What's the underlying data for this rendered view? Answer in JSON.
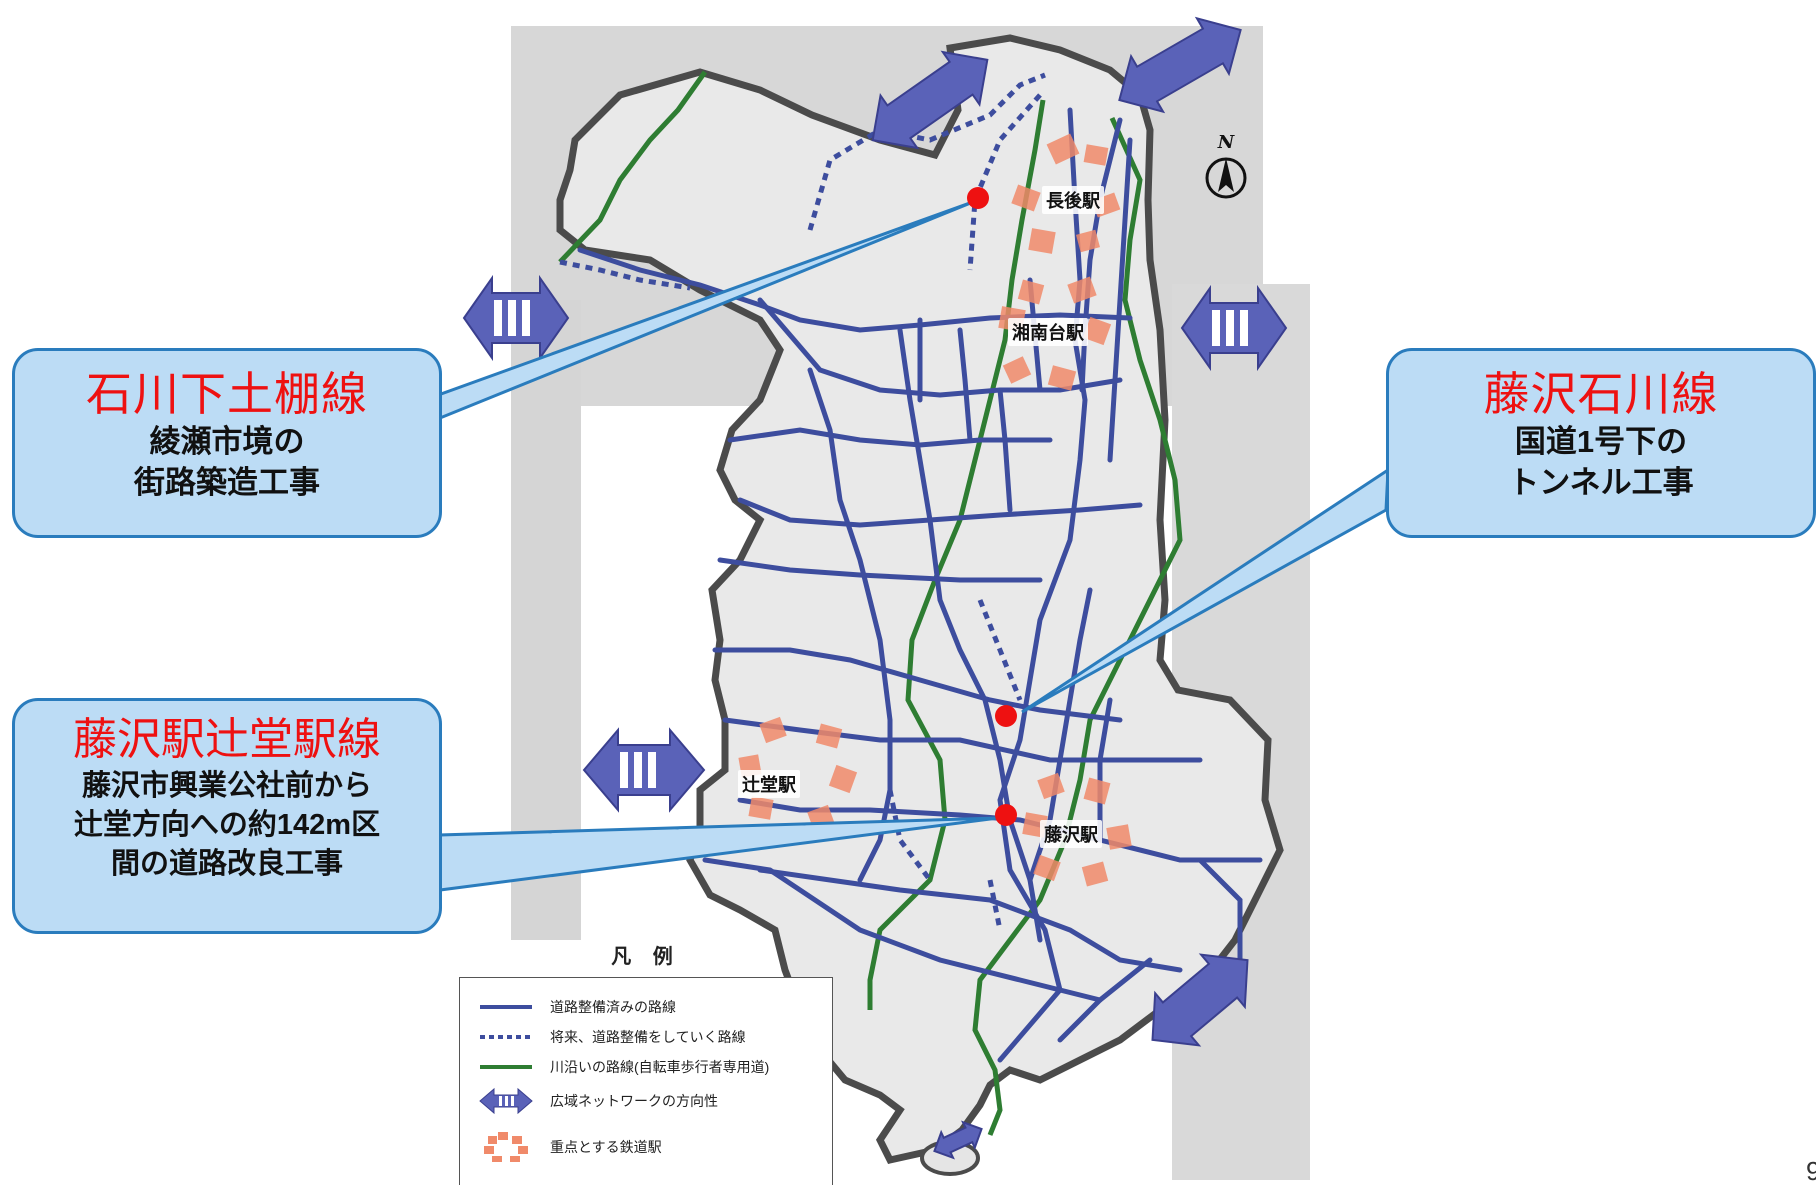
{
  "map": {
    "north_label": "N",
    "station_labels": {
      "nagago": "長後駅",
      "shonandai": "湘南台駅",
      "tsujido": "辻堂駅",
      "fujisawa": "藤沢駅"
    },
    "colors": {
      "road_done": "#3d4d9e",
      "road_future": "#3d4d9e",
      "river_route": "#2e7d32",
      "station_focus": "#f08a6a",
      "site_marker": "#ee1111",
      "callout_fill": "#bcdcf5",
      "callout_border": "#2a7cbd",
      "direction_arrow": "#5a62b8"
    }
  },
  "callouts": {
    "ishikawa_shimotsuchidana": {
      "title": "石川下土棚線",
      "desc_1": "綾瀬市境の",
      "desc_2": "街路築造工事"
    },
    "fujisawa_ishikawa": {
      "title": "藤沢石川線",
      "desc_1": "国道1号下の",
      "desc_2": "トンネル工事"
    },
    "fujisawa_tsujido": {
      "title": "藤沢駅辻堂駅線",
      "desc_1": "藤沢市興業公社前から",
      "desc_2": "辻堂方向への約142m区",
      "desc_3": "間の道路改良工事"
    }
  },
  "legend": {
    "title": "凡 例",
    "items": [
      {
        "label": "道路整備済みの路線",
        "icon": "solid-blue-line"
      },
      {
        "label": "将来、道路整備をしていく路線",
        "icon": "dashed-blue-line"
      },
      {
        "label": "川沿いの路線(自転車歩行者専用道)",
        "icon": "solid-green-line"
      },
      {
        "label": "広域ネットワークの方向性",
        "icon": "double-arrow"
      },
      {
        "label": "重点とする鉄道駅",
        "icon": "station-ring"
      }
    ]
  },
  "page_number": "9"
}
